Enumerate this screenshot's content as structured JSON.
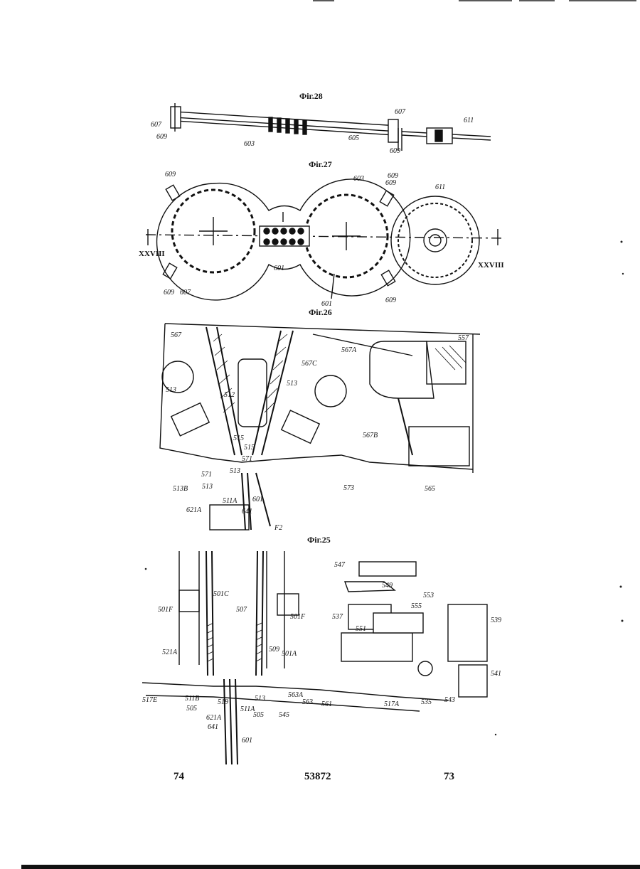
{
  "page": {
    "number_left": "74",
    "number_center": "53872",
    "number_right": "73"
  },
  "figures": [
    {
      "id": "fig28",
      "label": "Фіг.28"
    },
    {
      "id": "fig27",
      "label": "Фіг.27"
    },
    {
      "id": "fig26",
      "label": "Фіг.26"
    },
    {
      "id": "fig25",
      "label": "Фіг.25"
    }
  ],
  "fig28_refs": [
    "607",
    "609",
    "603",
    "605",
    "607",
    "609",
    "611"
  ],
  "fig27_refs": [
    "609",
    "603",
    "609",
    "611",
    "XXVIII",
    "XXVIII",
    "601",
    "609",
    "607",
    "609",
    "601",
    "609"
  ],
  "fig26_refs": [
    "567",
    "557",
    "567A",
    "567C",
    "513",
    "513",
    "512",
    "567B",
    "515",
    "513",
    "571",
    "573",
    "565",
    "515",
    "513",
    "571",
    "511A",
    "641",
    "601",
    "513B",
    "621A",
    "F2"
  ],
  "fig25_refs": [
    "547",
    "549",
    "553",
    "555",
    "551",
    "537",
    "539",
    "541",
    "543",
    "535",
    "517A",
    "561",
    "563",
    "563A",
    "545",
    "505",
    "511A",
    "513",
    "519",
    "505",
    "521A",
    "509",
    "507",
    "501F",
    "501C",
    "501F",
    "501A",
    "601",
    "641",
    "621A",
    "511B",
    "517E"
  ]
}
